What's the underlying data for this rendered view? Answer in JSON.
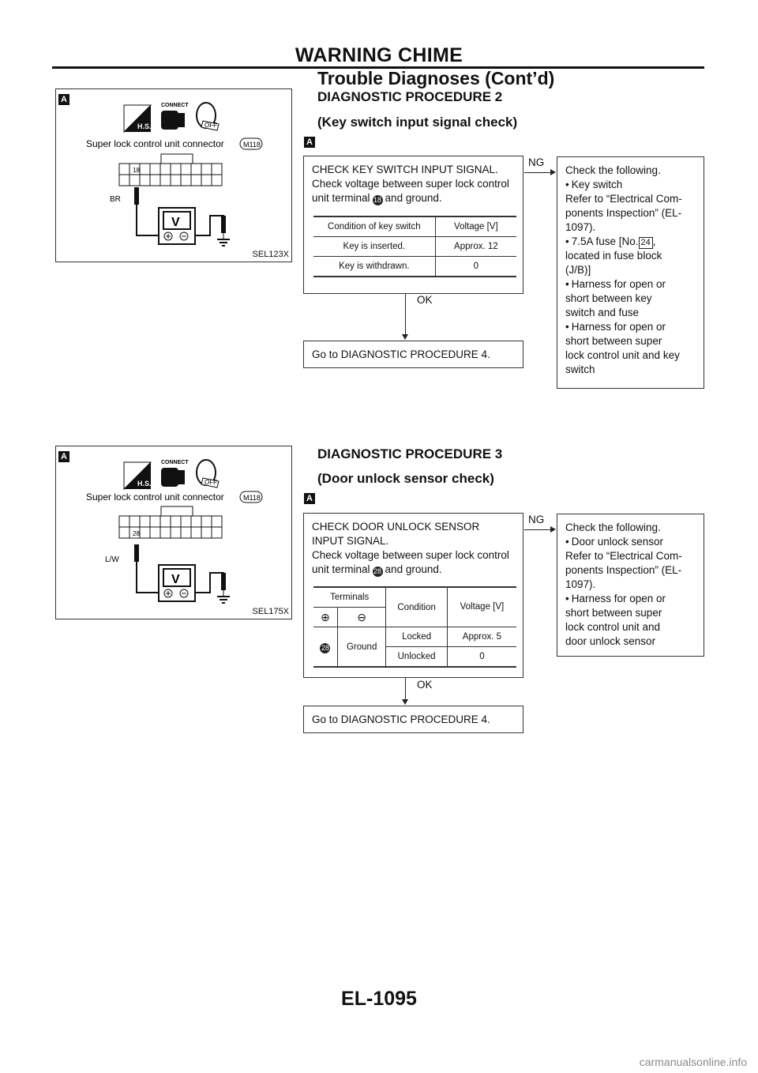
{
  "header": {
    "title": "WARNING CHIME",
    "subtitle": "Trouble Diagnoses (Cont’d)"
  },
  "footer": {
    "page_number": "EL-1095",
    "watermark": "carmanualsonline.info"
  },
  "proc2": {
    "tag": "A",
    "title": "DIAGNOSTIC PROCEDURE 2",
    "subtitle": "(Key switch input signal check)",
    "figure": {
      "code": "SEL123X",
      "connect_label": "CONNECT",
      "connector_label": "Super lock control unit connector",
      "connector_id": "M118",
      "terminal": "18",
      "wire": "BR",
      "meter": "V"
    },
    "check": {
      "lines": [
        "CHECK KEY SWITCH INPUT SIGNAL.",
        "Check voltage between super lock control"
      ],
      "line3_pre": "unit terminal",
      "line3_terminal": "18",
      "line3_post": "and ground."
    },
    "table": {
      "headers": [
        "Condition of key switch",
        "Voltage [V]"
      ],
      "rows": [
        [
          "Key is inserted.",
          "Approx. 12"
        ],
        [
          "Key is withdrawn.",
          "0"
        ]
      ]
    },
    "ok_label": "OK",
    "ng_label": "NG",
    "goto": "Go to DIAGNOSTIC PROCEDURE 4.",
    "ng_box": {
      "lines": [
        "Check the following.",
        "Key switch",
        "Refer to “Electrical Com-",
        "ponents Inspection” (EL-",
        "1097).",
        "7.5A fuse [No.",
        "24",
        ",",
        "located in fuse block",
        "(J/B)]",
        "Harness for open or",
        "short between key",
        "switch and fuse",
        "Harness for open or",
        "short between super",
        "lock control unit and key",
        "switch"
      ]
    }
  },
  "proc3": {
    "tag": "A",
    "title": "DIAGNOSTIC PROCEDURE 3",
    "subtitle": "(Door unlock sensor check)",
    "figure": {
      "code": "SEL175X",
      "connect_label": "CONNECT",
      "connector_label": "Super lock control unit connector",
      "connector_id": "M118",
      "terminal": "28",
      "wire": "L/W",
      "meter": "V"
    },
    "check": {
      "lines": [
        "CHECK DOOR UNLOCK SENSOR",
        "INPUT SIGNAL.",
        "Check voltage between super lock control"
      ],
      "line4_pre": "unit terminal",
      "line4_terminal": "28",
      "line4_post": "and ground."
    },
    "table": {
      "h_terminals": "Terminals",
      "h_plus": "⊕",
      "h_minus": "⊖",
      "h_condition": "Condition",
      "h_voltage": "Voltage [V]",
      "terminal": "28",
      "ground": "Ground",
      "rows": [
        [
          "Locked",
          "Approx. 5"
        ],
        [
          "Unlocked",
          "0"
        ]
      ]
    },
    "ok_label": "OK",
    "ng_label": "NG",
    "goto": "Go to DIAGNOSTIC PROCEDURE 4.",
    "ng_box": {
      "lines": [
        "Check the following.",
        "Door unlock sensor",
        "Refer to “Electrical Com-",
        "ponents Inspection” (EL-",
        "1097).",
        "Harness for open or",
        "short between super",
        "lock control unit and",
        "door unlock sensor"
      ]
    }
  }
}
